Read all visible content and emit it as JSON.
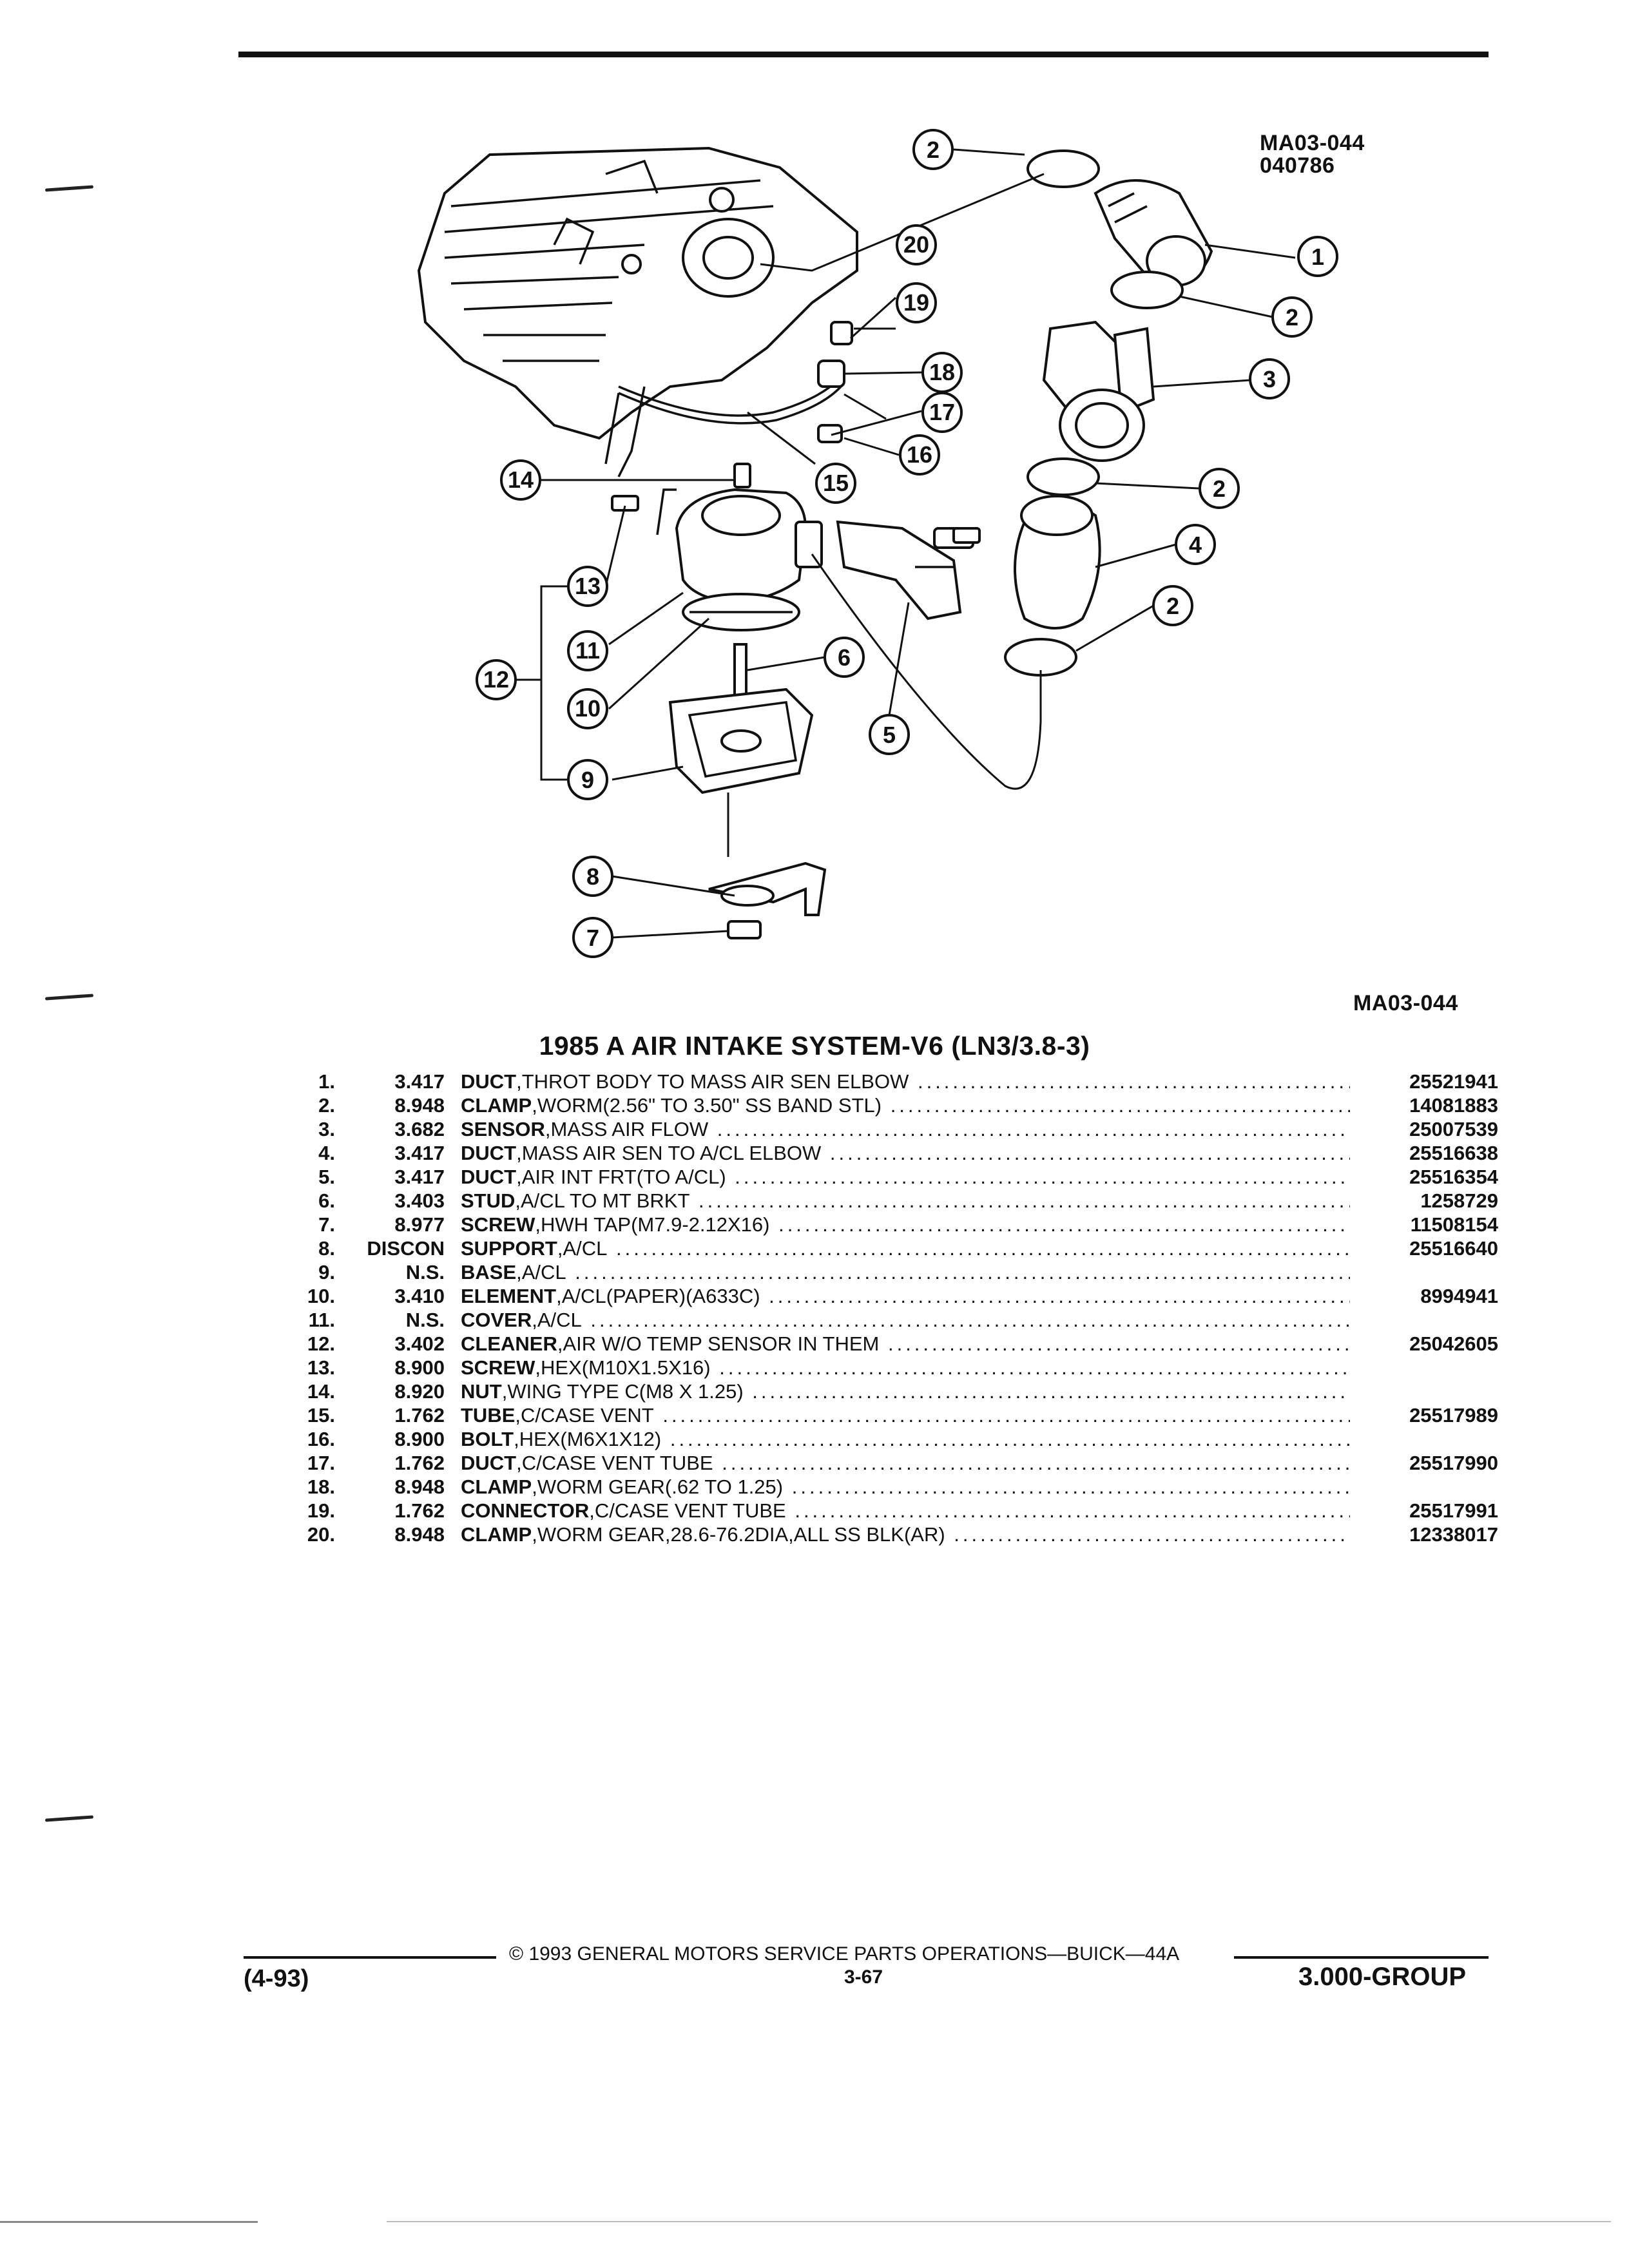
{
  "header": {
    "drawing_code": "MA03-044",
    "drawing_date": "040786",
    "drawing_code_bottom": "MA03-044"
  },
  "diagram": {
    "callouts": [
      "1",
      "2",
      "2",
      "2",
      "2",
      "3",
      "4",
      "5",
      "6",
      "7",
      "8",
      "9",
      "10",
      "11",
      "12",
      "13",
      "14",
      "15",
      "16",
      "17",
      "18",
      "19",
      "20"
    ]
  },
  "section_title": "1985 A AIR INTAKE SYSTEM-V6 (LN3/3.8-3)",
  "parts": [
    {
      "num": "1.",
      "code": "3.417",
      "name": "DUCT",
      "desc": ",THROT BODY TO MASS AIR SEN ELBOW",
      "part_no": "25521941"
    },
    {
      "num": "2.",
      "code": "8.948",
      "name": "CLAMP",
      "desc": ",WORM(2.56\" TO 3.50\" SS BAND STL)",
      "part_no": "14081883"
    },
    {
      "num": "3.",
      "code": "3.682",
      "name": "SENSOR",
      "desc": ",MASS AIR FLOW",
      "part_no": "25007539"
    },
    {
      "num": "4.",
      "code": "3.417",
      "name": "DUCT",
      "desc": ",MASS AIR SEN TO A/CL ELBOW",
      "part_no": "25516638"
    },
    {
      "num": "5.",
      "code": "3.417",
      "name": "DUCT",
      "desc": ",AIR INT FRT(TO A/CL)",
      "part_no": "25516354"
    },
    {
      "num": "6.",
      "code": "3.403",
      "name": "STUD",
      "desc": ",A/CL TO MT BRKT",
      "part_no": "1258729"
    },
    {
      "num": "7.",
      "code": "8.977",
      "name": "SCREW",
      "desc": ",HWH TAP(M7.9-2.12X16)",
      "part_no": "11508154"
    },
    {
      "num": "8.",
      "code": "DISCON",
      "name": "SUPPORT",
      "desc": ",A/CL",
      "part_no": "25516640"
    },
    {
      "num": "9.",
      "code": "N.S.",
      "name": "BASE",
      "desc": ",A/CL",
      "part_no": ""
    },
    {
      "num": "10.",
      "code": "3.410",
      "name": "ELEMENT",
      "desc": ",A/CL(PAPER)(A633C)",
      "part_no": "8994941"
    },
    {
      "num": "11.",
      "code": "N.S.",
      "name": "COVER",
      "desc": ",A/CL",
      "part_no": ""
    },
    {
      "num": "12.",
      "code": "3.402",
      "name": "CLEANER",
      "desc": ",AIR W/O TEMP SENSOR IN THEM",
      "part_no": "25042605"
    },
    {
      "num": "13.",
      "code": "8.900",
      "name": "SCREW",
      "desc": ",HEX(M10X1.5X16)",
      "part_no": ""
    },
    {
      "num": "14.",
      "code": "8.920",
      "name": "NUT",
      "desc": ",WING TYPE C(M8 X 1.25)",
      "part_no": ""
    },
    {
      "num": "15.",
      "code": "1.762",
      "name": "TUBE",
      "desc": ",C/CASE VENT",
      "part_no": "25517989"
    },
    {
      "num": "16.",
      "code": "8.900",
      "name": "BOLT",
      "desc": ",HEX(M6X1X12)",
      "part_no": ""
    },
    {
      "num": "17.",
      "code": "1.762",
      "name": "DUCT",
      "desc": ",C/CASE VENT TUBE",
      "part_no": "25517990"
    },
    {
      "num": "18.",
      "code": "8.948",
      "name": "CLAMP",
      "desc": ",WORM GEAR(.62 TO 1.25)",
      "part_no": ""
    },
    {
      "num": "19.",
      "code": "1.762",
      "name": "CONNECTOR",
      "desc": ",C/CASE VENT TUBE",
      "part_no": "25517991"
    },
    {
      "num": "20.",
      "code": "8.948",
      "name": "CLAMP",
      "desc": ",WORM GEAR,28.6-76.2DIA,ALL SS BLK(AR)",
      "part_no": "12338017"
    }
  ],
  "footer": {
    "copyright": "© 1993 GENERAL MOTORS SERVICE PARTS OPERATIONS—BUICK—44A",
    "page_number": "3-67",
    "revision": "(4-93)",
    "group": "3.000-GROUP"
  }
}
